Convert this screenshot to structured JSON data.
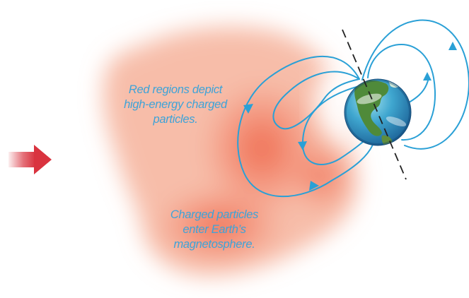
{
  "captions": {
    "particles_region": [
      "Red regions depict",
      "high-energy charged",
      "particles."
    ],
    "magnetosphere_entry": [
      "Charged particles",
      "enter Earth’s",
      "magnetosphere."
    ]
  },
  "icons": {
    "incoming_arrow": "right-arrow-icon",
    "earth": "earth-globe-icon"
  },
  "colors": {
    "field_lines": "#2aa0d6",
    "particle_cloud": "#ef6a4e",
    "incoming_arrow": "#d9333f",
    "caption_text": "#3da3d8",
    "axis_line": "#222222"
  }
}
